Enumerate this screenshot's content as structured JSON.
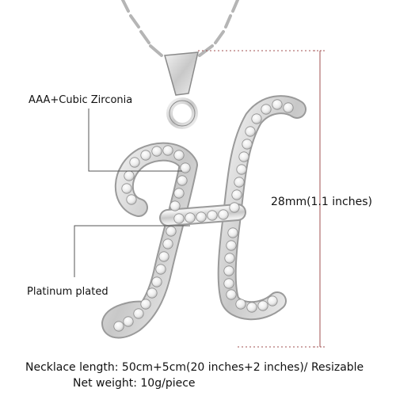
{
  "product": {
    "callout_material": "AAA+Cubic Zirconia",
    "callout_plating": "Platinum  plated",
    "dimension_label": "28mm(1.1 inches)",
    "spec_necklace": "Necklace length: 50cm+5cm(20 inches+2 inches)/ Resizable",
    "spec_weight": "Net weight: 10g/piece",
    "pendant_letter": "H"
  },
  "colors": {
    "metal": "#d8d8d8",
    "metal_dark": "#9a9a9a",
    "stone": "#f4f4f4",
    "guide_line": "#a05050",
    "callout_line": "#555555"
  }
}
